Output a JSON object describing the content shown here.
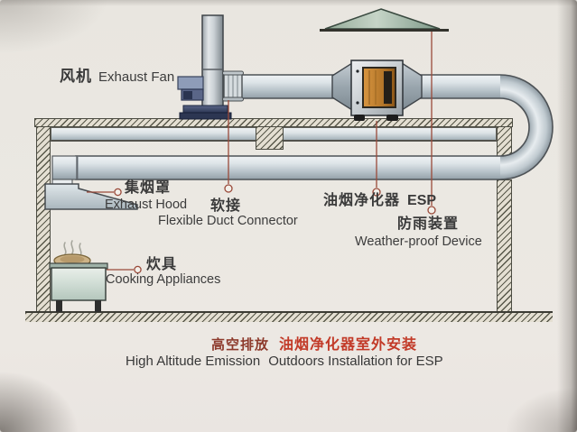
{
  "diagram": {
    "labels": {
      "fan": {
        "cn": "风机",
        "en": "Exhaust Fan"
      },
      "exhaust_hood": {
        "cn": "集烟罩",
        "en": "Exhaust Hood"
      },
      "flexible_connector": {
        "cn": "软接",
        "en": "Flexible Duct Connector"
      },
      "esp": {
        "cn": "油烟净化器",
        "en": "ESP"
      },
      "weather_proof": {
        "cn": "防雨装置",
        "en": "Weather-proof Device"
      },
      "cooking": {
        "cn": "炊具",
        "en": "Cooking Appliances"
      }
    },
    "caption": {
      "cn_left": "高空排放",
      "cn_right": "油烟净化器室外安装",
      "en_left": "High Altitude Emission",
      "en_right": "Outdoors Installation for ESP"
    },
    "colors": {
      "leader_line": "#9a4a3a",
      "caption_red": "#c23a28",
      "caption_dark_red": "#8d3a2c",
      "text": "#3a3a3a",
      "esp_panel_orange": "#c0812f",
      "rain_cap_green": "#8fa694",
      "duct_gray": "#c3ced4",
      "fan_base_navy": "#2c3652"
    }
  }
}
